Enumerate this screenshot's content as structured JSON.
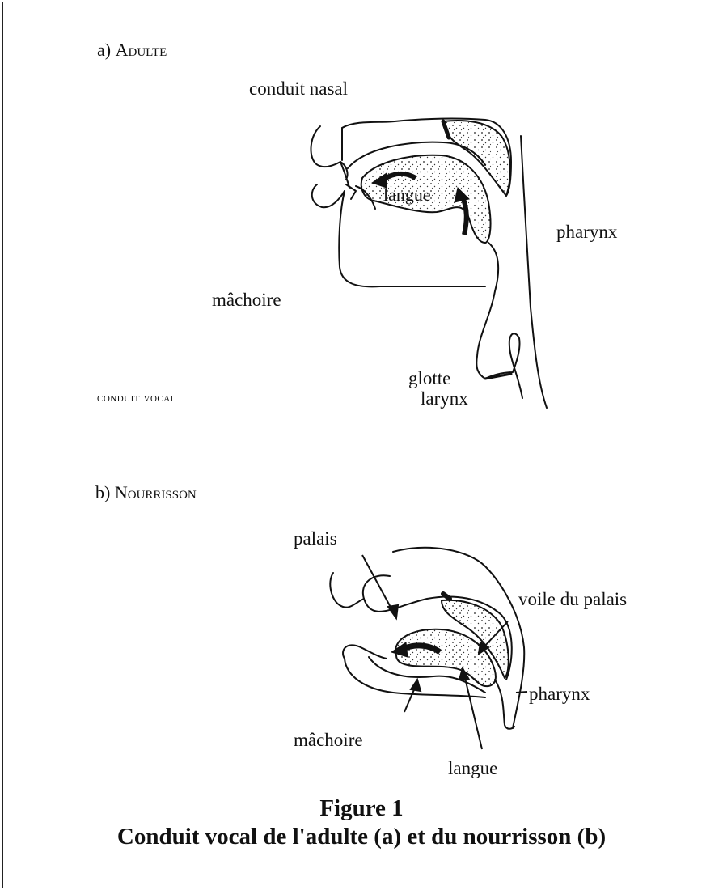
{
  "section_a": {
    "heading_prefix": "a) ",
    "heading": "Adulte",
    "labels": {
      "nasal": "conduit nasal",
      "tongue": "langue",
      "pharynx": "pharynx",
      "jaw": "mâchoire",
      "glottis": "glotte",
      "larynx": "larynx",
      "vocal_tract": "conduit vocal"
    }
  },
  "section_b": {
    "heading_prefix": "b) ",
    "heading": "Nourrisson",
    "labels": {
      "palate": "palais",
      "soft_palate": "voile du palais",
      "pharynx": "pharynx",
      "jaw": "mâchoire",
      "tongue": "langue"
    }
  },
  "caption": {
    "number": "Figure 1",
    "title": "Conduit vocal de l'adulte (a) et du nourrisson (b)"
  }
}
